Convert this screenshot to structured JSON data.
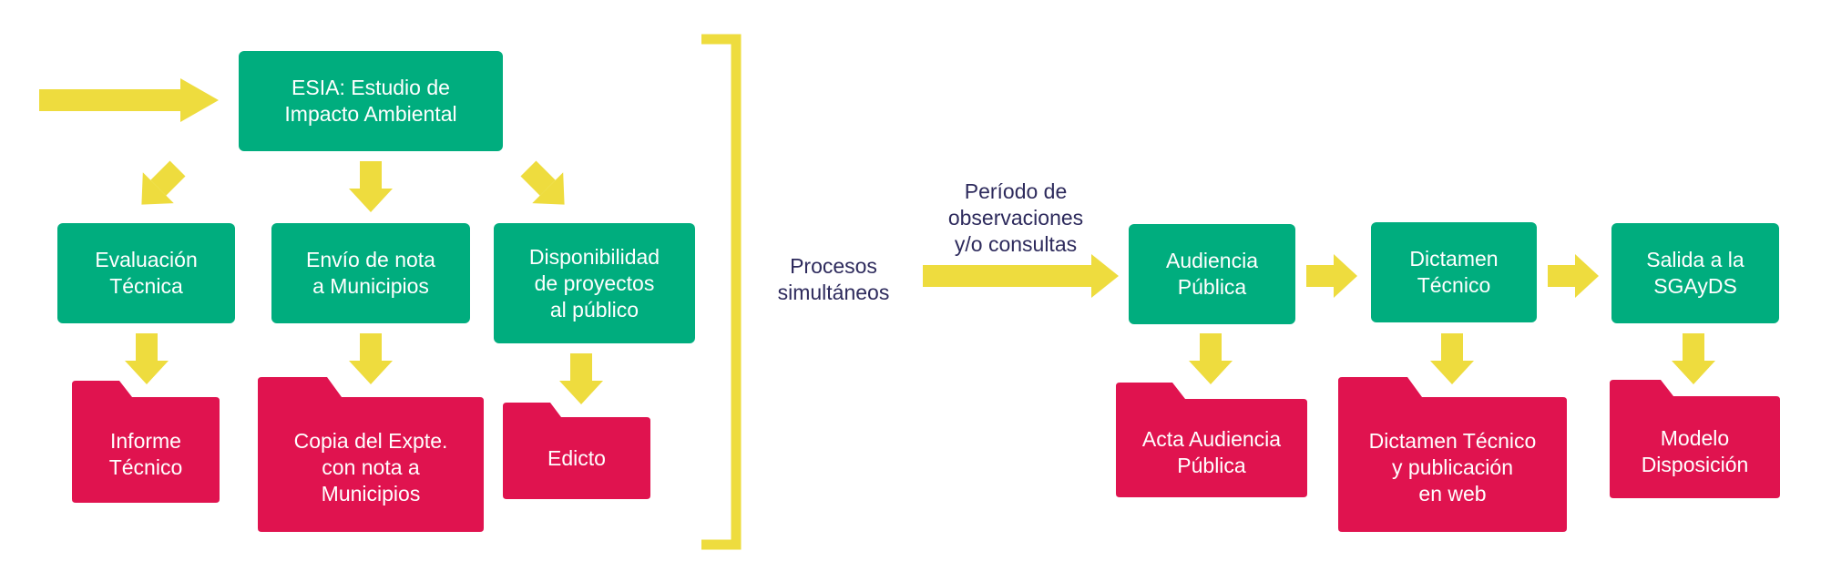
{
  "colors": {
    "process_box": "#00AD7E",
    "document_folder": "#E0134F",
    "arrow": "#EEDC3E",
    "caption_text": "#2D2A5C"
  },
  "boxes": {
    "esia": "ESIA: Estudio de\nImpacto Ambiental",
    "evaluacion": "Evaluación\nTécnica",
    "envio": "Envío de nota\na Municipios",
    "disponibilidad": "Disponibilidad\nde proyectos\nal público",
    "audiencia": "Audiencia\nPública",
    "dictamen": "Dictamen\nTécnico",
    "salida": "Salida a la\nSGAyDS"
  },
  "documents": {
    "informe": "Informe\nTécnico",
    "copia": "Copia del Expte.\ncon nota a\nMunicipios",
    "edicto": "Edicto",
    "acta": "Acta Audiencia\nPública",
    "dictamen_web": "Dictamen Técnico\ny publicación\nen web",
    "modelo": "Modelo\nDisposición"
  },
  "captions": {
    "procesos": "Procesos\nsimultáneos",
    "periodo": "Período de\nobservaciones\ny/o consultas"
  }
}
